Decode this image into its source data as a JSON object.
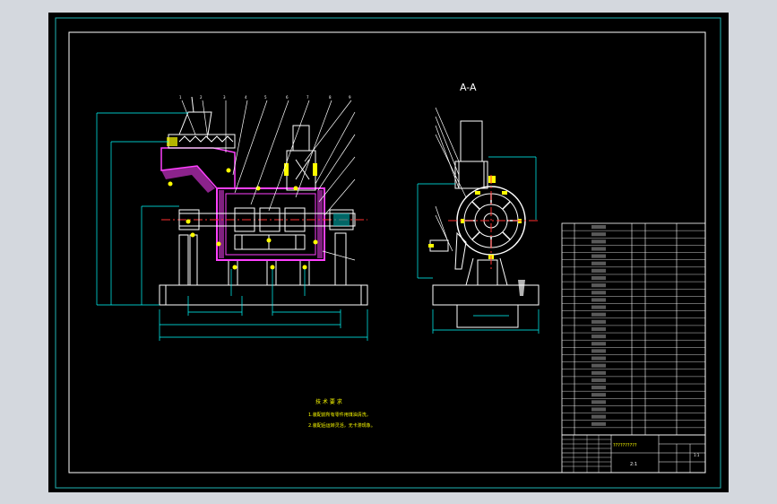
{
  "drawing": {
    "section_label": "A-A",
    "tech_requirements_title": "技 术 要 求",
    "tech_requirements_lines": [
      "1.装配前所有零件用煤油清洗，",
      "2.装配后运转灵活，无卡滞现象。"
    ],
    "title_block_name": "??????????",
    "scale_label": "2:1",
    "sheet_label": "1:1",
    "colors": {
      "background": "#000000",
      "frame": "#ffffff",
      "outer_frame": "#20c8c8",
      "section": "#ff40ff",
      "part": "#ffffff",
      "leader": "#ffffff",
      "centerline": "#ff3030",
      "dimension": "#00ffff",
      "text": "#ffff00"
    }
  }
}
